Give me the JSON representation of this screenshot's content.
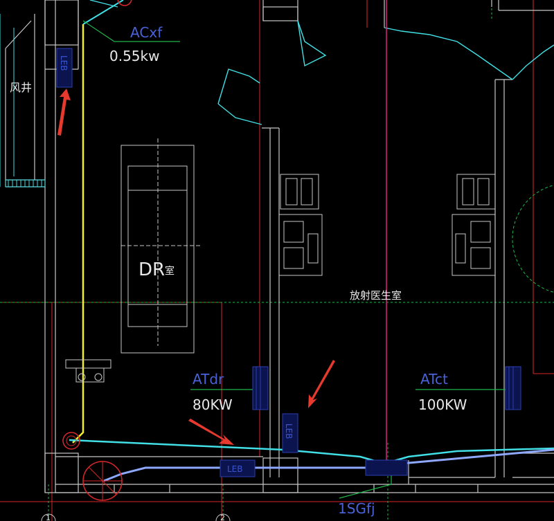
{
  "labels": {
    "air_shaft": "风井",
    "acxf": "ACxf",
    "acxf_power": "0.55kw",
    "leb": "LEB",
    "dr_room": "DR",
    "dr_room_suffix": "室",
    "radiology_doctor_room": "放射医生室",
    "atdr": "ATdr",
    "atdr_power": "80KW",
    "atct": "ATct",
    "atct_power": "100KW",
    "sgfj": "1SGfj",
    "axis_1": "1",
    "axis_2": "2"
  },
  "colors": {
    "background": "#000000",
    "wall": "#c8c8c8",
    "cyan_line": "#41e0e6",
    "yellow_line": "#f0f030",
    "red_line": "#d8282a",
    "magenta_line": "#e0207a",
    "blue_cable": "#8fa8ff",
    "label_blue": "#4a62d8",
    "label_white": "#e8e8e8",
    "leader_green": "#1fb84a",
    "arrow_red": "#e63a2e",
    "panel_navy": "#1a2a8a"
  },
  "icons": [
    "red-arrow-icon",
    "circle-junction-icon",
    "x-ray-table-icon",
    "console-desk-icon",
    "distribution-panel-icon"
  ]
}
